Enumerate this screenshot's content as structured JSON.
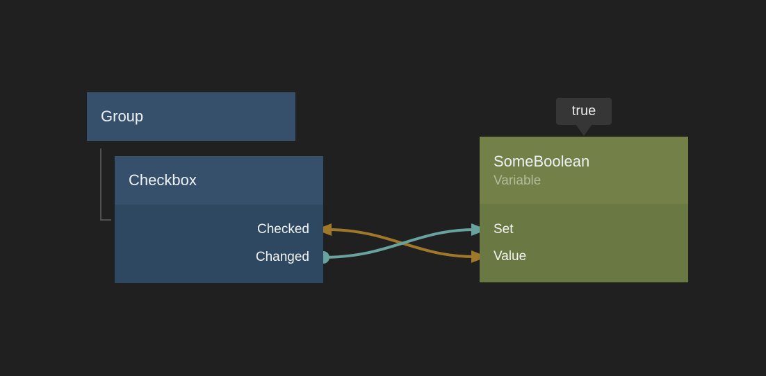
{
  "canvas": {
    "background": "#202020"
  },
  "colors": {
    "node_blue_header": "#36506c",
    "node_blue_body": "#2f4862",
    "node_green_header": "#738149",
    "node_green_body": "#6a7843",
    "wire_orange": "#a0782a",
    "wire_teal": "#68a3a0",
    "connector": "#4e5052",
    "tooltip_bg": "#363636",
    "title_text": "#eef1f4",
    "subtitle_text": "rgba(255,255,255,0.45)"
  },
  "nodes": {
    "group": {
      "title": "Group",
      "children": [
        "Checkbox"
      ]
    },
    "checkbox": {
      "title": "Checkbox",
      "parent": "Group",
      "ports": [
        {
          "label": "Checked",
          "side": "output"
        },
        {
          "label": "Changed",
          "side": "output"
        }
      ]
    },
    "some_boolean": {
      "title": "SomeBoolean",
      "subtitle": "Variable",
      "ports": [
        {
          "label": "Set",
          "side": "input"
        },
        {
          "label": "Value",
          "side": "input"
        }
      ]
    }
  },
  "edges": [
    {
      "from_node": "Checkbox",
      "from_port": "Checked",
      "to_node": "SomeBoolean",
      "to_port": "Value",
      "color": "#a0782a",
      "ends": "arrow-both"
    },
    {
      "from_node": "Checkbox",
      "from_port": "Changed",
      "to_node": "SomeBoolean",
      "to_port": "Set",
      "color": "#68a3a0",
      "ends": "dot-to-arrow"
    }
  ],
  "tooltip": {
    "text": "true",
    "attached_to": "SomeBoolean"
  }
}
